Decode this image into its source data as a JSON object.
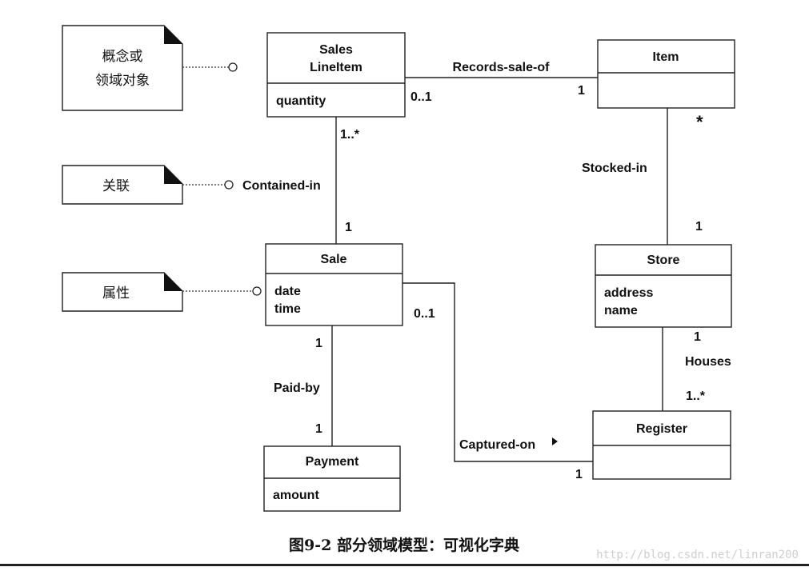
{
  "notes": {
    "concept": [
      "概念或",
      "领域对象"
    ],
    "association": "关联",
    "attribute": "属性"
  },
  "classes": {
    "sales_line_item": {
      "name": [
        "Sales",
        "LineItem"
      ],
      "attributes": [
        "quantity"
      ]
    },
    "item": {
      "name": "Item",
      "attributes": []
    },
    "sale": {
      "name": "Sale",
      "attributes": [
        "date",
        "time"
      ]
    },
    "store": {
      "name": "Store",
      "attributes": [
        "address",
        "name"
      ]
    },
    "payment": {
      "name": "Payment",
      "attributes": [
        "amount"
      ]
    },
    "register": {
      "name": "Register",
      "attributes": []
    }
  },
  "associations": {
    "records_sale_of": {
      "label": "Records-sale-of",
      "mult_from": "0..1",
      "mult_to": "1"
    },
    "contained_in": {
      "label": "Contained-in",
      "mult_from": "1..*",
      "mult_to": "1"
    },
    "stocked_in": {
      "label": "Stocked-in",
      "mult_from": "*",
      "mult_to": "1"
    },
    "paid_by": {
      "label": "Paid-by",
      "mult_from": "1",
      "mult_to": "1"
    },
    "houses": {
      "label": "Houses",
      "mult_from": "1",
      "mult_to": "1..*"
    },
    "captured_on": {
      "label": "Captured-on",
      "mult_from": "0..1",
      "mult_to": "1"
    }
  },
  "caption": "图9-2   部分领域模型：可视化字典",
  "watermark": "http://blog.csdn.net/linran200"
}
